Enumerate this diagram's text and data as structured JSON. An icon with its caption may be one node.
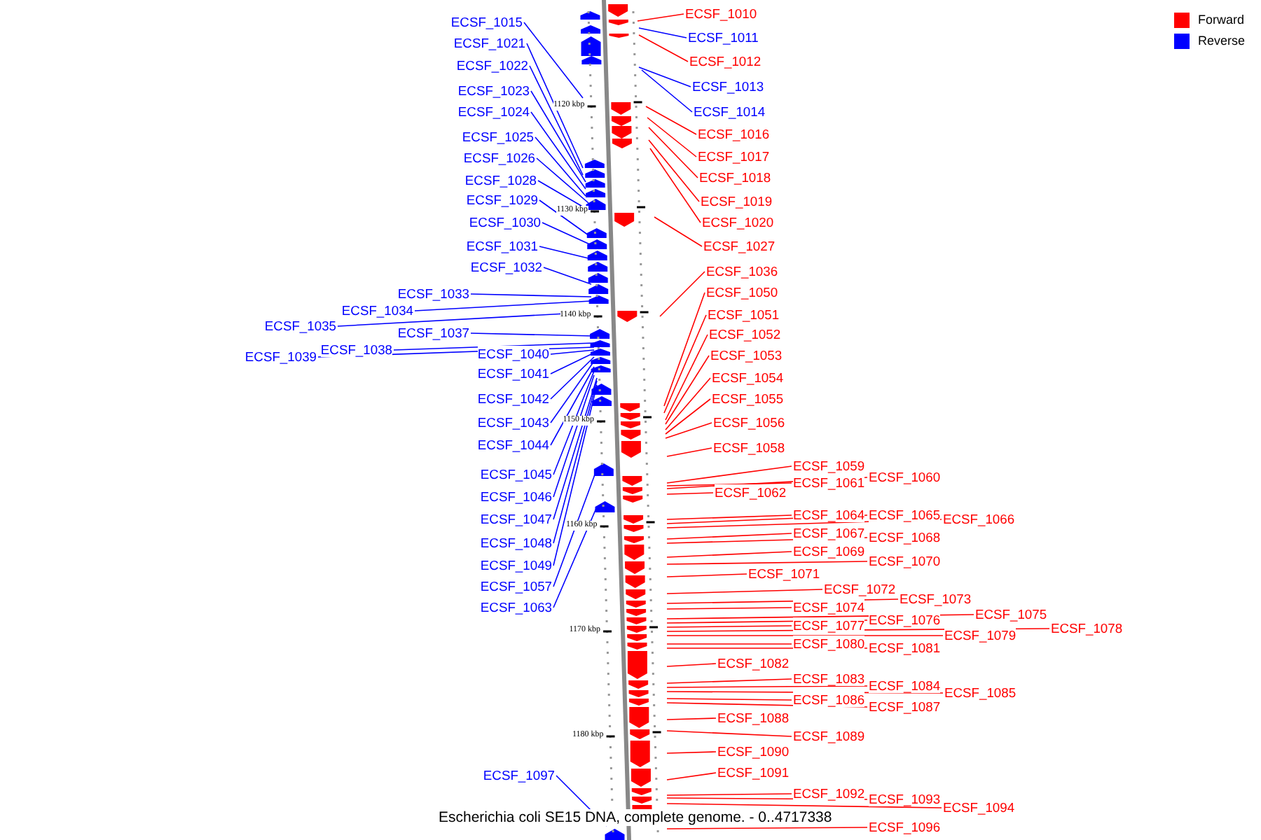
{
  "diagram": {
    "caption": "Escherichia coli SE15 DNA, complete genome. - 0..4717338",
    "nodes": [
      {
        "text": [
          "ECSF_1010"
        ]
      },
      {
        "text": [
          "ECSF_1011"
        ]
      },
      {
        "text": [
          "ECSF_1012"
        ]
      },
      {
        "text": [
          "ECSF_1013"
        ]
      },
      {
        "text": [
          "ECSF_1014"
        ]
      },
      {
        "text": [
          "ECSF_1015"
        ]
      },
      {
        "text": [
          "ECSF_1016"
        ]
      },
      {
        "text": [
          "ECSF_1017"
        ]
      },
      {
        "text": [
          "ECSF_1018"
        ]
      },
      {
        "text": [
          "ECSF_1019"
        ]
      },
      {
        "text": [
          "ECSF_1020"
        ]
      },
      {
        "text": [
          "ECSF_1021"
        ]
      },
      {
        "text": [
          "ECSF_1022"
        ]
      },
      {
        "text": [
          "ECSF_1023"
        ]
      },
      {
        "text": [
          "ECSF_1024"
        ]
      },
      {
        "text": [
          "ECSF_1025"
        ]
      },
      {
        "text": [
          "ECSF_1026"
        ]
      },
      {
        "text": [
          "ECSF_1027"
        ]
      },
      {
        "text": [
          "ECSF_1028"
        ]
      },
      {
        "text": [
          "ECSF_1029"
        ]
      },
      {
        "text": [
          "ECSF_1030"
        ]
      },
      {
        "text": [
          "ECSF_1031"
        ]
      },
      {
        "text": [
          "ECSF_1032"
        ]
      },
      {
        "text": [
          "ECSF_1033"
        ]
      },
      {
        "text": [
          "ECSF_1034"
        ]
      },
      {
        "text": [
          "ECSF_1035"
        ]
      },
      {
        "text": [
          "ECSF_1036"
        ]
      },
      {
        "text": [
          "ECSF_1037"
        ]
      },
      {
        "text": [
          "ECSF_1038"
        ]
      },
      {
        "text": [
          "ECSF_1039"
        ]
      },
      {
        "text": [
          "ECSF_1040"
        ]
      },
      {
        "text": [
          "ECSF_1041"
        ]
      },
      {
        "text": [
          "ECSF_1042"
        ]
      },
      {
        "text": [
          "ECSF_1043"
        ]
      },
      {
        "text": [
          "ECSF_1044"
        ]
      },
      {
        "text": [
          "ECSF_1045"
        ]
      },
      {
        "text": [
          "ECSF_1046"
        ]
      },
      {
        "text": [
          "ECSF_1047"
        ]
      },
      {
        "text": [
          "ECSF_1048"
        ]
      },
      {
        "text": [
          "ECSF_1049"
        ]
      },
      {
        "text": [
          "ECSF_1050"
        ]
      },
      {
        "text": [
          "ECSF_1051"
        ]
      },
      {
        "text": [
          "ECSF_1052"
        ]
      },
      {
        "text": [
          "ECSF_1053"
        ]
      },
      {
        "text": [
          "ECSF_1054"
        ]
      },
      {
        "text": [
          "ECSF_1055"
        ]
      },
      {
        "text": [
          "ECSF_1056"
        ]
      },
      {
        "text": [
          "ECSF_1057"
        ]
      },
      {
        "text": [
          "ECSF_1058"
        ]
      },
      {
        "text": [
          "ECSF_1059"
        ]
      },
      {
        "text": [
          "ECSF_1060"
        ]
      },
      {
        "text": [
          "ECSF_1061"
        ]
      },
      {
        "text": [
          "ECSF_1062"
        ]
      },
      {
        "text": [
          "ECSF_1063"
        ]
      },
      {
        "text": [
          "ECSF_1064"
        ]
      },
      {
        "text": [
          "ECSF_1065"
        ]
      },
      {
        "text": [
          "ECSF_1066"
        ]
      },
      {
        "text": [
          "ECSF_1067"
        ]
      },
      {
        "text": [
          "ECSF_1068"
        ]
      },
      {
        "text": [
          "ECSF_1069"
        ]
      },
      {
        "text": [
          "ECSF_1070"
        ]
      },
      {
        "text": [
          "ECSF_1071"
        ]
      },
      {
        "text": [
          "ECSF_1072"
        ]
      },
      {
        "text": [
          "ECSF_1073"
        ]
      },
      {
        "text": [
          "ECSF_1074"
        ]
      },
      {
        "text": [
          "ECSF_1075"
        ]
      },
      {
        "text": [
          "ECSF_1076"
        ]
      },
      {
        "text": [
          "ECSF_1077"
        ]
      },
      {
        "text": [
          "ECSF_1078"
        ]
      },
      {
        "text": [
          "ECSF_1079"
        ]
      },
      {
        "text": [
          "ECSF_1080"
        ]
      },
      {
        "text": [
          "ECSF_1081"
        ]
      },
      {
        "text": [
          "ECSF_1082"
        ]
      },
      {
        "text": [
          "ECSF_1083"
        ]
      },
      {
        "text": [
          "ECSF_1084"
        ]
      },
      {
        "text": [
          "ECSF_1085"
        ]
      },
      {
        "text": [
          "ECSF_1086"
        ]
      },
      {
        "text": [
          "ECSF_1087"
        ]
      },
      {
        "text": [
          "ECSF_1088"
        ]
      },
      {
        "text": [
          "ECSF_1089"
        ]
      },
      {
        "text": [
          "ECSF_1090"
        ]
      },
      {
        "text": [
          "ECSF_1091"
        ]
      },
      {
        "text": [
          "ECSF_1092"
        ]
      },
      {
        "text": [
          "ECSF_1093"
        ]
      },
      {
        "text": [
          "ECSF_1094"
        ]
      },
      {
        "text": [
          "ECSF_1096"
        ]
      },
      {
        "text": [
          "ECSF_1097"
        ]
      },
      {
        "text": [],
        "shape": "bar"
      }
    ],
    "edges": [
      {
        "from": 0,
        "to": 87,
        "arrow": "none"
      },
      {
        "from": 1,
        "to": 87,
        "arrow": "none",
        "color": "#0000ff"
      },
      {
        "from": 2,
        "to": 87,
        "arrow": "none"
      },
      {
        "from": 3,
        "to": 87,
        "arrow": "none",
        "color": "#0000ff"
      },
      {
        "from": 4,
        "to": 87,
        "arrow": "none",
        "color": "#0000ff"
      },
      {
        "from": 5,
        "to": 87,
        "arrow": "none",
        "color": "#0000ff"
      },
      {
        "from": 6,
        "to": 87,
        "arrow": "none"
      },
      {
        "from": 7,
        "to": 87,
        "arrow": "none"
      },
      {
        "from": 8,
        "to": 87,
        "arrow": "none"
      },
      {
        "from": 9,
        "to": 87,
        "arrow": "none"
      },
      {
        "from": 10,
        "to": 87,
        "arrow": "none"
      },
      {
        "from": 11,
        "to": 87,
        "arrow": "none",
        "color": "#0000ff"
      },
      {
        "from": 12,
        "to": 87,
        "arrow": "none",
        "color": "#0000ff"
      },
      {
        "from": 13,
        "to": 87,
        "arrow": "none",
        "color": "#0000ff"
      },
      {
        "from": 14,
        "to": 87,
        "arrow": "none",
        "color": "#0000ff"
      },
      {
        "from": 15,
        "to": 87,
        "arrow": "none",
        "color": "#0000ff"
      },
      {
        "from": 16,
        "to": 87,
        "arrow": "none",
        "color": "#0000ff"
      },
      {
        "from": 17,
        "to": 87,
        "arrow": "none"
      },
      {
        "from": 18,
        "to": 87,
        "arrow": "none",
        "color": "#0000ff"
      },
      {
        "from": 19,
        "to": 87,
        "arrow": "none",
        "color": "#0000ff"
      },
      {
        "from": 20,
        "to": 87,
        "arrow": "none",
        "color": "#0000ff"
      },
      {
        "from": 21,
        "to": 87,
        "arrow": "none",
        "color": "#0000ff"
      },
      {
        "from": 22,
        "to": 87,
        "arrow": "none",
        "color": "#0000ff"
      },
      {
        "from": 23,
        "to": 87,
        "arrow": "none",
        "color": "#0000ff"
      },
      {
        "from": 24,
        "to": 87,
        "arrow": "none",
        "color": "#0000ff"
      },
      {
        "from": 25,
        "to": 87,
        "arrow": "none",
        "color": "#0000ff"
      },
      {
        "from": 26,
        "to": 87,
        "arrow": "none"
      },
      {
        "from": 27,
        "to": 87,
        "arrow": "none",
        "color": "#0000ff"
      },
      {
        "from": 28,
        "to": 87,
        "arrow": "none",
        "color": "#0000ff"
      },
      {
        "from": 29,
        "to": 87,
        "arrow": "none",
        "color": "#0000ff"
      },
      {
        "from": 30,
        "to": 87,
        "arrow": "none",
        "color": "#0000ff"
      },
      {
        "from": 31,
        "to": 87,
        "arrow": "none",
        "color": "#0000ff"
      },
      {
        "from": 32,
        "to": 87,
        "arrow": "none",
        "color": "#0000ff"
      },
      {
        "from": 33,
        "to": 87,
        "arrow": "none",
        "color": "#0000ff"
      },
      {
        "from": 34,
        "to": 87,
        "arrow": "none",
        "color": "#0000ff"
      },
      {
        "from": 35,
        "to": 87,
        "arrow": "none",
        "color": "#0000ff"
      },
      {
        "from": 36,
        "to": 87,
        "arrow": "none",
        "color": "#0000ff"
      },
      {
        "from": 37,
        "to": 87,
        "arrow": "none",
        "color": "#0000ff"
      },
      {
        "from": 38,
        "to": 87,
        "arrow": "none",
        "color": "#0000ff"
      },
      {
        "from": 39,
        "to": 87,
        "arrow": "none",
        "color": "#0000ff"
      },
      {
        "from": 40,
        "to": 87,
        "arrow": "none"
      },
      {
        "from": 41,
        "to": 87,
        "arrow": "none"
      },
      {
        "from": 42,
        "to": 87,
        "arrow": "none"
      },
      {
        "from": 43,
        "to": 87,
        "arrow": "none"
      },
      {
        "from": 44,
        "to": 87,
        "arrow": "none"
      },
      {
        "from": 45,
        "to": 87,
        "arrow": "none"
      },
      {
        "from": 46,
        "to": 87,
        "arrow": "none"
      },
      {
        "from": 47,
        "to": 87,
        "arrow": "none",
        "color": "#0000ff"
      },
      {
        "from": 48,
        "to": 87,
        "arrow": "none"
      },
      {
        "from": 49,
        "to": 87,
        "arrow": "none"
      },
      {
        "from": 50,
        "to": 87,
        "arrow": "none"
      },
      {
        "from": 51,
        "to": 87,
        "arrow": "none"
      },
      {
        "from": 52,
        "to": 87,
        "arrow": "none"
      },
      {
        "from": 53,
        "to": 87,
        "arrow": "none",
        "color": "#0000ff"
      },
      {
        "from": 54,
        "to": 87,
        "arrow": "none"
      },
      {
        "from": 55,
        "to": 87,
        "arrow": "none"
      },
      {
        "from": 56,
        "to": 87,
        "arrow": "none"
      },
      {
        "from": 57,
        "to": 87,
        "arrow": "none"
      },
      {
        "from": 58,
        "to": 87,
        "arrow": "none"
      },
      {
        "from": 59,
        "to": 87,
        "arrow": "none"
      },
      {
        "from": 60,
        "to": 87,
        "arrow": "none"
      },
      {
        "from": 61,
        "to": 87,
        "arrow": "none"
      },
      {
        "from": 62,
        "to": 87,
        "arrow": "none"
      },
      {
        "from": 63,
        "to": 87,
        "arrow": "none"
      },
      {
        "from": 64,
        "to": 87,
        "arrow": "none"
      },
      {
        "from": 65,
        "to": 87,
        "arrow": "none"
      },
      {
        "from": 66,
        "to": 87,
        "arrow": "none"
      },
      {
        "from": 67,
        "to": 87,
        "arrow": "none"
      },
      {
        "from": 68,
        "to": 87,
        "arrow": "none"
      },
      {
        "from": 69,
        "to": 87,
        "arrow": "none"
      },
      {
        "from": 70,
        "to": 87,
        "arrow": "none"
      },
      {
        "from": 71,
        "to": 87,
        "arrow": "none"
      },
      {
        "from": 72,
        "to": 87,
        "arrow": "none"
      },
      {
        "from": 73,
        "to": 87,
        "arrow": "none"
      },
      {
        "from": 74,
        "to": 87,
        "arrow": "none"
      },
      {
        "from": 75,
        "to": 87,
        "arrow": "none"
      },
      {
        "from": 76,
        "to": 87,
        "arrow": "none"
      },
      {
        "from": 77,
        "to": 87,
        "arrow": "none"
      },
      {
        "from": 78,
        "to": 87,
        "arrow": "none"
      },
      {
        "from": 79,
        "to": 87,
        "arrow": "none"
      },
      {
        "from": 80,
        "to": 87,
        "arrow": "none"
      },
      {
        "from": 81,
        "to": 87,
        "arrow": "none"
      },
      {
        "from": 82,
        "to": 87,
        "arrow": "none"
      },
      {
        "from": 83,
        "to": 87,
        "arrow": "none"
      },
      {
        "from": 84,
        "to": 87,
        "arrow": "none"
      },
      {
        "from": 85,
        "to": 87,
        "arrow": "none"
      },
      {
        "from": 86,
        "to": 87,
        "arrow": "none",
        "color": "#0000ff"
      }
    ],
    "labels": [
      "1120 kbp",
      "1130 kbp",
      "1140 kbp",
      "1150 kbp",
      "1160 kbp",
      "1170 kbp",
      "1180 kbp"
    ],
    "legend": [
      {
        "text": "Forward",
        "color": "#ff0000"
      },
      {
        "text": "Reverse",
        "color": "#0000ff"
      }
    ]
  }
}
